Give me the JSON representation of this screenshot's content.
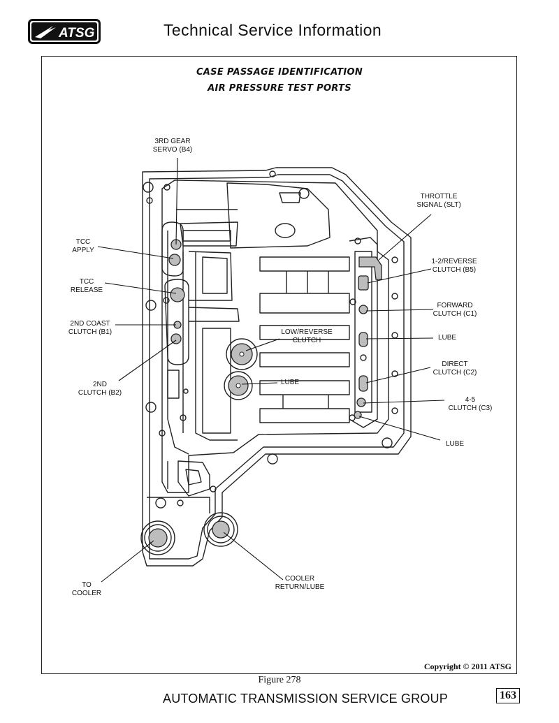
{
  "header": {
    "logo_text": "ATSG",
    "title": "Technical Service Information"
  },
  "figure": {
    "title_line1": "CASE PASSAGE IDENTIFICATION",
    "title_line2": "AIR PRESSURE TEST PORTS",
    "labels": {
      "third_gear_servo": [
        "3RD GEAR",
        "SERVO (B4)"
      ],
      "tcc_apply": [
        "TCC",
        "APPLY"
      ],
      "tcc_release": [
        "TCC",
        "RELEASE"
      ],
      "second_coast_clutch": [
        "2ND COAST",
        "CLUTCH (B1)"
      ],
      "second_clutch": [
        "2ND",
        "CLUTCH (B2)"
      ],
      "low_reverse_clutch": [
        "LOW/REVERSE",
        "CLUTCH"
      ],
      "lube_center": [
        "LUBE"
      ],
      "throttle_signal": [
        "THROTTLE",
        "SIGNAL (SLT)"
      ],
      "one_two_reverse_clutch": [
        "1-2/REVERSE",
        "CLUTCH (B5)"
      ],
      "forward_clutch": [
        "FORWARD",
        "CLUTCH (C1)"
      ],
      "lube_right_1": [
        "LUBE"
      ],
      "direct_clutch": [
        "DIRECT",
        "CLUTCH (C2)"
      ],
      "four_five_clutch": [
        "4-5",
        "CLUTCH (C3)"
      ],
      "lube_right_2": [
        "LUBE"
      ],
      "to_cooler": [
        "TO",
        "COOLER"
      ],
      "cooler_return_lube": [
        "COOLER",
        "RETURN/LUBE"
      ]
    },
    "copyright": "Copyright © 2011 ATSG",
    "caption": "Figure 278"
  },
  "footer": {
    "text": "AUTOMATIC TRANSMISSION SERVICE GROUP",
    "page_number": "163"
  },
  "colors": {
    "port_fill": "#bdbdbd",
    "line": "#222222"
  }
}
